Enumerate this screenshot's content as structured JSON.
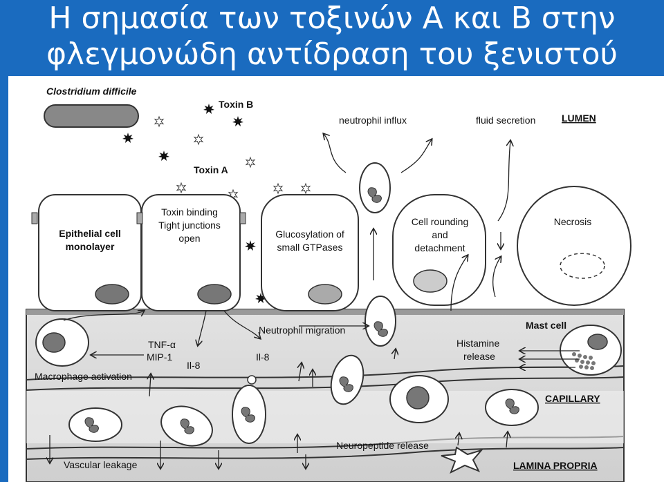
{
  "slide": {
    "title_line1": "Η σημασία των τοξινών Α και Β στην",
    "title_line2": "φλεγμονώδη αντίδραση του ξενιστού",
    "header_color": "#1a6bbf"
  },
  "diagram": {
    "organism": "Clostridium difficile",
    "toxin_b": "Toxin B",
    "toxin_a": "Toxin A",
    "neutrophil_influx": "neutrophil influx",
    "fluid_secretion": "fluid secretion",
    "lumen": "LUMEN",
    "cell1_line1": "Epithelial cell",
    "cell1_line2": "monolayer",
    "cell2_line1": "Toxin binding",
    "cell2_line2": "Tight junctions",
    "cell2_line3": "open",
    "cell3_line1": "Glucosylation of",
    "cell3_line2": "small GTPases",
    "cell4_line1": "Cell rounding",
    "cell4_line2": "and",
    "cell4_line3": "detachment",
    "cell5": "Necrosis",
    "neutrophil_migration": "Neutrophil migration",
    "mast_cell": "Mast cell",
    "tnf": "TNF-α",
    "mip": "MIP-1",
    "il8_a": "Il-8",
    "il8_b": "Il-8",
    "histamine_line1": "Histamine",
    "histamine_line2": "release",
    "macrophage_activation": "Macrophage activation",
    "capillary": "CAPILLARY",
    "neuropeptide_release": "Neuropeptide release",
    "vascular_leakage": "Vascular leakage",
    "lamina_propria": "LAMINA PROPRIA"
  }
}
